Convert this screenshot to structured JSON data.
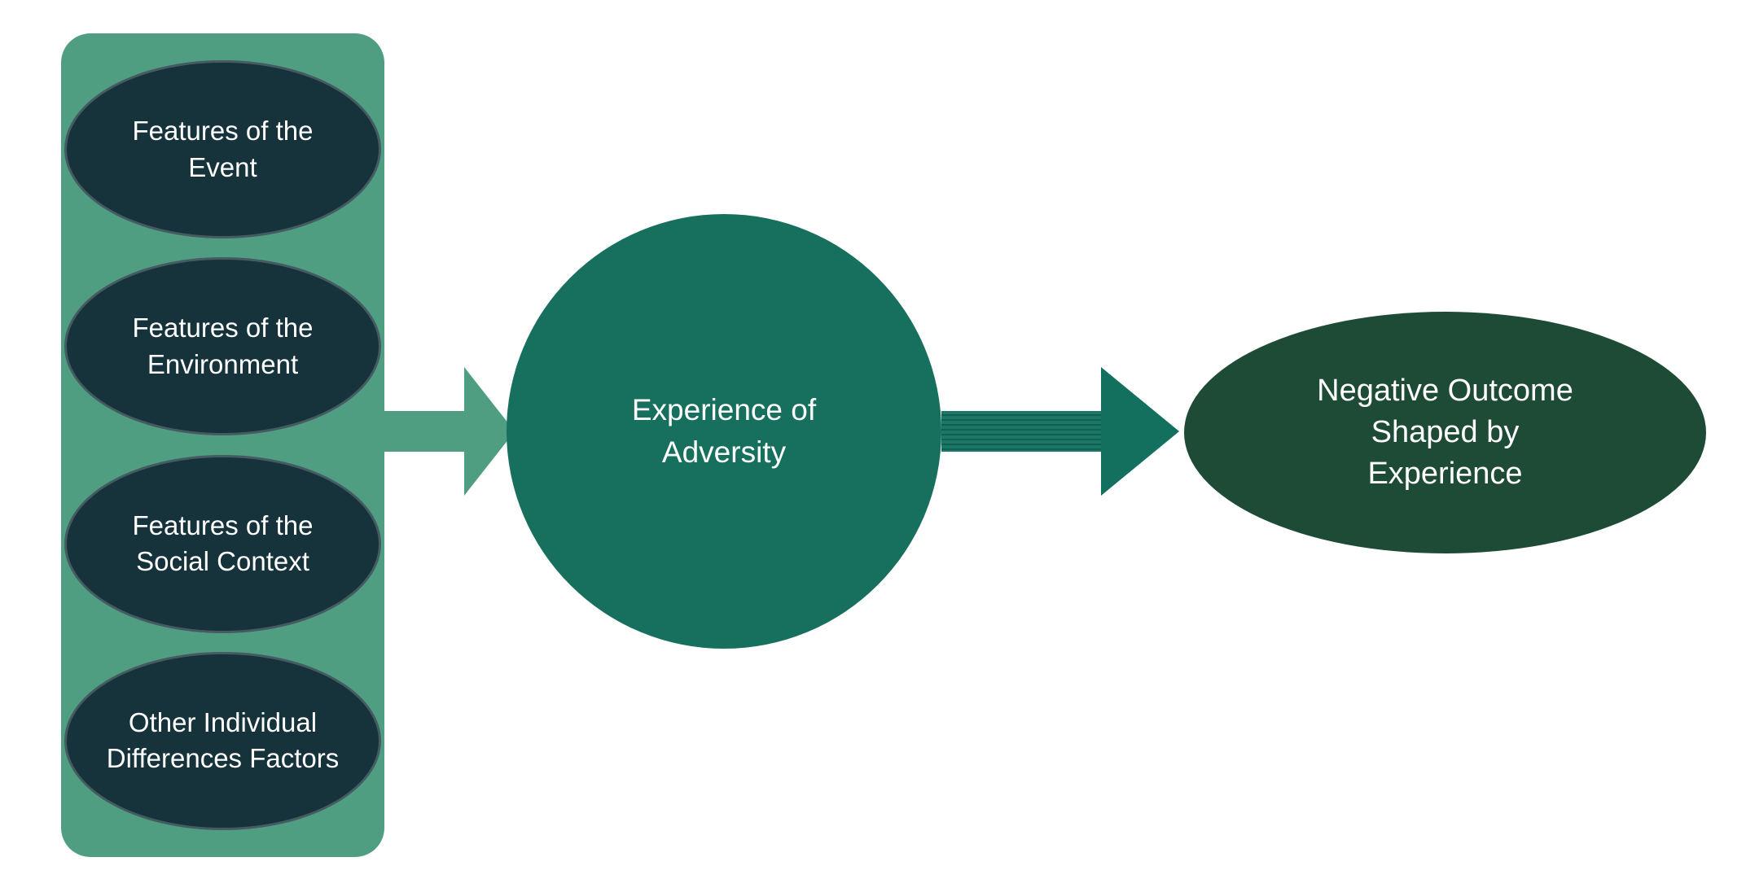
{
  "diagram": {
    "type": "flow-diagram",
    "background_color": "#ffffff",
    "panel": {
      "color": "#4f9e81",
      "node_color": "#16323b",
      "text_color": "#ffffff",
      "items": [
        {
          "label": "Features of the\nEvent"
        },
        {
          "label": "Features of the\nEnvironment"
        },
        {
          "label": "Features of the\nSocial Context"
        },
        {
          "label": "Other Individual\nDifferences Factors"
        }
      ]
    },
    "center_node": {
      "label": "Experience of\nAdversity",
      "color": "#17705e",
      "text_color": "#ffffff"
    },
    "outcome_node": {
      "label": "Negative Outcome\nShaped by\nExperience",
      "color": "#1d4b36",
      "text_color": "#ffffff"
    },
    "arrows": [
      {
        "name": "inputs-to-adversity",
        "color": "#4f9e81"
      },
      {
        "name": "adversity-to-outcome",
        "color": "#14705e"
      }
    ]
  }
}
